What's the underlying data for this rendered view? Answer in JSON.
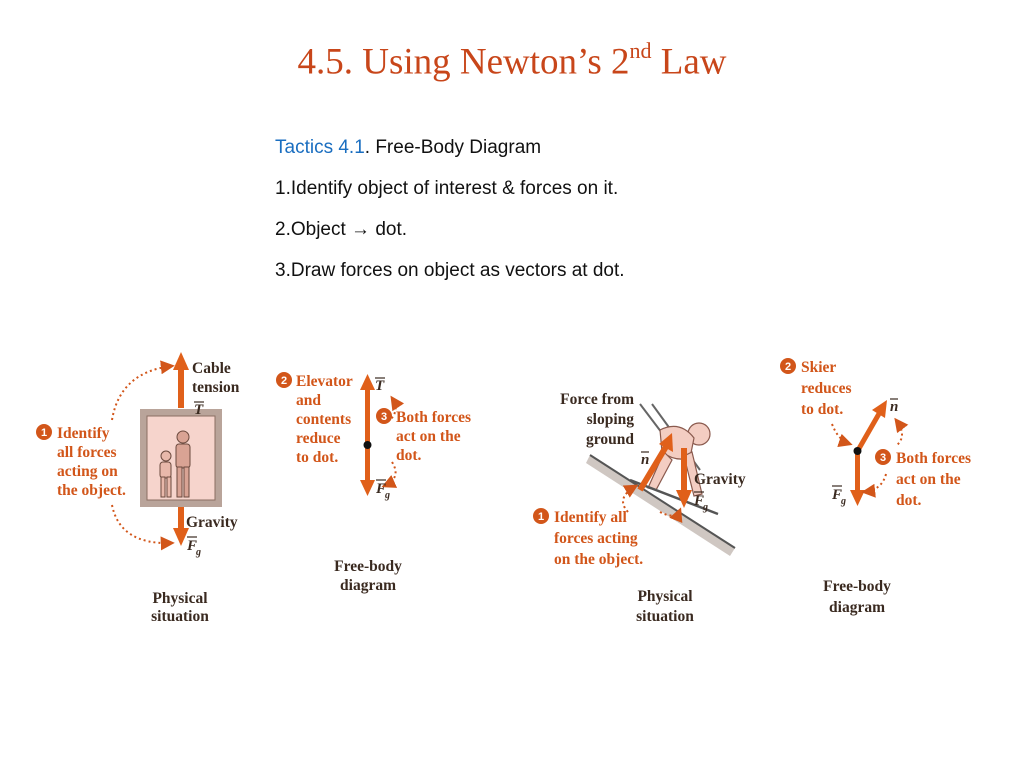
{
  "title": {
    "main": "4.5.  Using Newton’s 2",
    "sup": "nd",
    "tail": " Law"
  },
  "tactics": {
    "link": "Tactics 4.1",
    "heading_rest": ".  Free-Body Diagram",
    "step1": "1.Identify object of interest & forces on it.",
    "step2_a": "2.Object ",
    "step2_arrow": "→",
    "step2_b": " dot.",
    "step3": "3.Draw forces on object as vectors at dot."
  },
  "diagram1": {
    "step1_num": "1",
    "step1_lines": [
      "Identify",
      "all forces",
      "acting on",
      "the object."
    ],
    "tension_lines": [
      "Cable",
      "tension"
    ],
    "tension_symbol": "T",
    "gravity_label": "Gravity",
    "gravity_symbol": "F",
    "gravity_sub": "g",
    "caption_lines": [
      "Physical",
      "situation"
    ]
  },
  "diagram2": {
    "step2_num": "2",
    "step2_lines": [
      "Elevator",
      "and",
      "contents",
      "reduce",
      "to dot."
    ],
    "step3_num": "3",
    "step3_lines": [
      "Both forces",
      "act on the",
      "dot."
    ],
    "tension_symbol": "T",
    "gravity_symbol": "F",
    "gravity_sub": "g",
    "caption_lines": [
      "Free-body",
      "diagram"
    ]
  },
  "diagram3": {
    "force_lines": [
      "Force from",
      "sloping",
      "ground"
    ],
    "normal_symbol": "n",
    "gravity_label": "Gravity",
    "gravity_symbol": "F",
    "gravity_sub": "g",
    "step1_num": "1",
    "step1_lines": [
      "Identify all",
      "forces acting",
      "on the object."
    ],
    "caption_lines": [
      "Physical",
      "situation"
    ]
  },
  "diagram4": {
    "step2_num": "2",
    "step2_lines": [
      "Skier",
      "reduces",
      "to dot."
    ],
    "normal_symbol": "n",
    "step3_num": "3",
    "step3_lines": [
      "Both forces",
      "act on the",
      "dot."
    ],
    "gravity_symbol": "F",
    "gravity_sub": "g",
    "caption_lines": [
      "Free-body",
      "diagram"
    ]
  },
  "colors": {
    "title": "#c8461a",
    "link": "#1a6ec0",
    "arrow": "#e0601a",
    "figure_bg": "#f6d4cc"
  }
}
